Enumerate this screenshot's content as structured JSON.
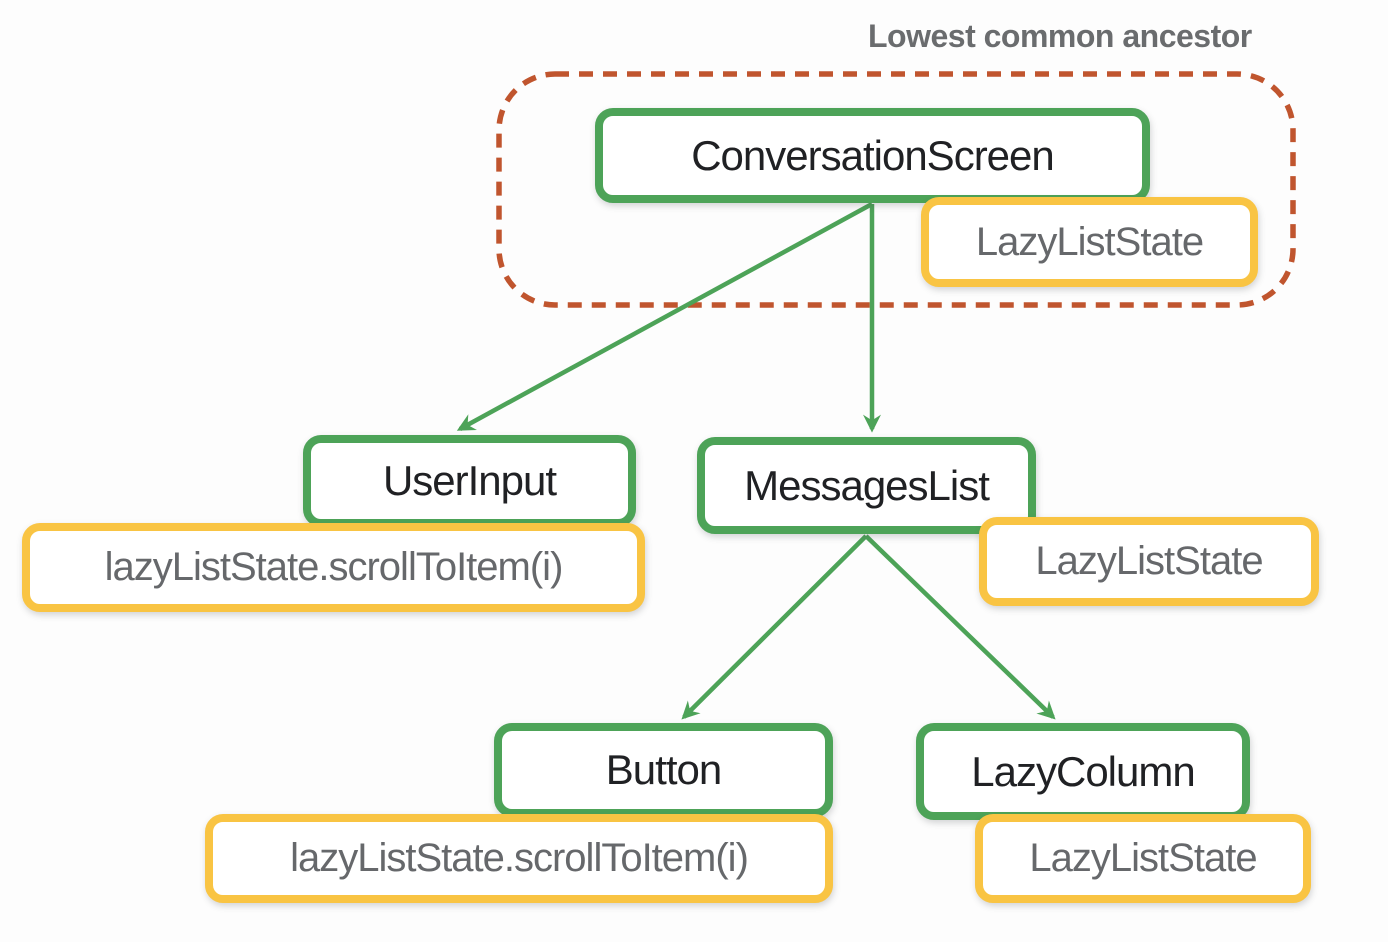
{
  "annotation": {
    "label": "Lowest common ancestor"
  },
  "colors": {
    "green": "#4da358",
    "yellow": "#f9c443",
    "dashed_orange": "#c0552e",
    "text_dark": "#202124",
    "text_gray": "#66686b",
    "label_gray": "#6a6c6e"
  },
  "nodes": {
    "conversation_screen": "ConversationScreen",
    "conversation_screen_state": "LazyListState",
    "user_input": "UserInput",
    "user_input_call": "lazyListState.scrollToItem(i)",
    "messages_list": "MessagesList",
    "messages_list_state": "LazyListState",
    "button": "Button",
    "button_call": "lazyListState.scrollToItem(i)",
    "lazy_column": "LazyColumn",
    "lazy_column_state": "LazyListState"
  },
  "edges": [
    {
      "from": "ConversationScreen",
      "to": "UserInput"
    },
    {
      "from": "ConversationScreen",
      "to": "MessagesList"
    },
    {
      "from": "MessagesList",
      "to": "Button"
    },
    {
      "from": "MessagesList",
      "to": "LazyColumn"
    }
  ]
}
